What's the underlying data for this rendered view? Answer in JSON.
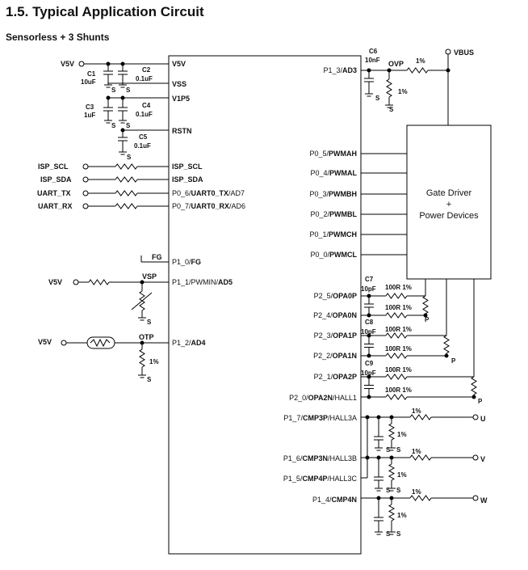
{
  "page": {
    "title": "1.5. Typical Application Circuit",
    "subtitle": "Sensorless + 3 Shunts"
  },
  "chip": {
    "left_pins": [
      {
        "id": "v5v",
        "label": "V5V"
      },
      {
        "id": "vss",
        "label": "VSS"
      },
      {
        "id": "v1p5",
        "label": "V1P5"
      },
      {
        "id": "rstn",
        "label": "RSTN"
      },
      {
        "id": "isp_scl",
        "label": "ISP_SCL"
      },
      {
        "id": "isp_sda",
        "label": "ISP_SDA"
      },
      {
        "id": "p06",
        "pre": "P0_6/",
        "bold": "UART0_TX",
        "post": "/AD7"
      },
      {
        "id": "p07",
        "pre": "P0_7/",
        "bold": "UART0_RX",
        "post": "/AD6"
      },
      {
        "id": "p10",
        "pre": "P1_0/",
        "bold": "FG",
        "post": ""
      },
      {
        "id": "p11",
        "pre": "P1_1/PWMIN/",
        "bold": "AD5",
        "post": ""
      },
      {
        "id": "p12",
        "pre": "P1_2/",
        "bold": "AD4",
        "post": ""
      }
    ],
    "right_pins": [
      {
        "id": "p13",
        "pre": "P1_3/",
        "bold": "AD3",
        "post": ""
      },
      {
        "id": "p05",
        "pre": "P0_5/",
        "bold": "PWMAH",
        "post": ""
      },
      {
        "id": "p04",
        "pre": "P0_4/",
        "bold": "PWMAL",
        "post": ""
      },
      {
        "id": "p03",
        "pre": "P0_3/",
        "bold": "PWMBH",
        "post": ""
      },
      {
        "id": "p02",
        "pre": "P0_2/",
        "bold": "PWMBL",
        "post": ""
      },
      {
        "id": "p01",
        "pre": "P0_1/",
        "bold": "PWMCH",
        "post": ""
      },
      {
        "id": "p00",
        "pre": "P0_0/",
        "bold": "PWMCL",
        "post": ""
      },
      {
        "id": "p25",
        "pre": "P2_5/",
        "bold": "OPA0P",
        "post": ""
      },
      {
        "id": "p24",
        "pre": "P2_4/",
        "bold": "OPA0N",
        "post": ""
      },
      {
        "id": "p23",
        "pre": "P2_3/",
        "bold": "OPA1P",
        "post": ""
      },
      {
        "id": "p22",
        "pre": "P2_2/",
        "bold": "OPA1N",
        "post": ""
      },
      {
        "id": "p21",
        "pre": "P2_1/",
        "bold": "OPA2P",
        "post": ""
      },
      {
        "id": "p20",
        "pre": "P2_0/",
        "bold": "OPA2N",
        "post": "/HALL1"
      },
      {
        "id": "p17",
        "pre": "P1_7/",
        "bold": "CMP3P",
        "post": "/HALL3A"
      },
      {
        "id": "p16",
        "pre": "P1_6/",
        "bold": "CMP3N",
        "post": "/HALL3B"
      },
      {
        "id": "p15",
        "pre": "P1_5/",
        "bold": "CMP4P",
        "post": "/HALL3C"
      },
      {
        "id": "p14",
        "pre": "P1_4/",
        "bold": "CMP4N",
        "post": ""
      }
    ]
  },
  "gate_driver": {
    "line1": "Gate Driver",
    "line2": "+",
    "line3": "Power Devices"
  },
  "nets": {
    "v5v": "V5V",
    "vbus": "VBUS",
    "ovp": "OVP",
    "vsp": "VSP",
    "otp": "OTP",
    "fg": "FG",
    "ground": "S",
    "power": "P",
    "u": "U",
    "v": "V",
    "w": "W"
  },
  "signals": {
    "isp_scl": "ISP_SCL",
    "isp_sda": "ISP_SDA",
    "uart_tx": "UART_TX",
    "uart_rx": "UART_RX"
  },
  "components": {
    "c1": {
      "name": "C1",
      "value": "10uF"
    },
    "c2": {
      "name": "C2",
      "value": "0.1uF"
    },
    "c3": {
      "name": "C3",
      "value": "1uF"
    },
    "c4": {
      "name": "C4",
      "value": "0.1uF"
    },
    "c5": {
      "name": "C5",
      "value": "0.1uF"
    },
    "c6": {
      "name": "C6",
      "value": "10nF"
    },
    "c7": {
      "name": "C7",
      "value": "10pF"
    },
    "c8": {
      "name": "C8",
      "value": "10pF"
    },
    "c9": {
      "name": "C9",
      "value": "10pF"
    },
    "r_1pct": "1%",
    "r_100r": "100R 1%"
  }
}
